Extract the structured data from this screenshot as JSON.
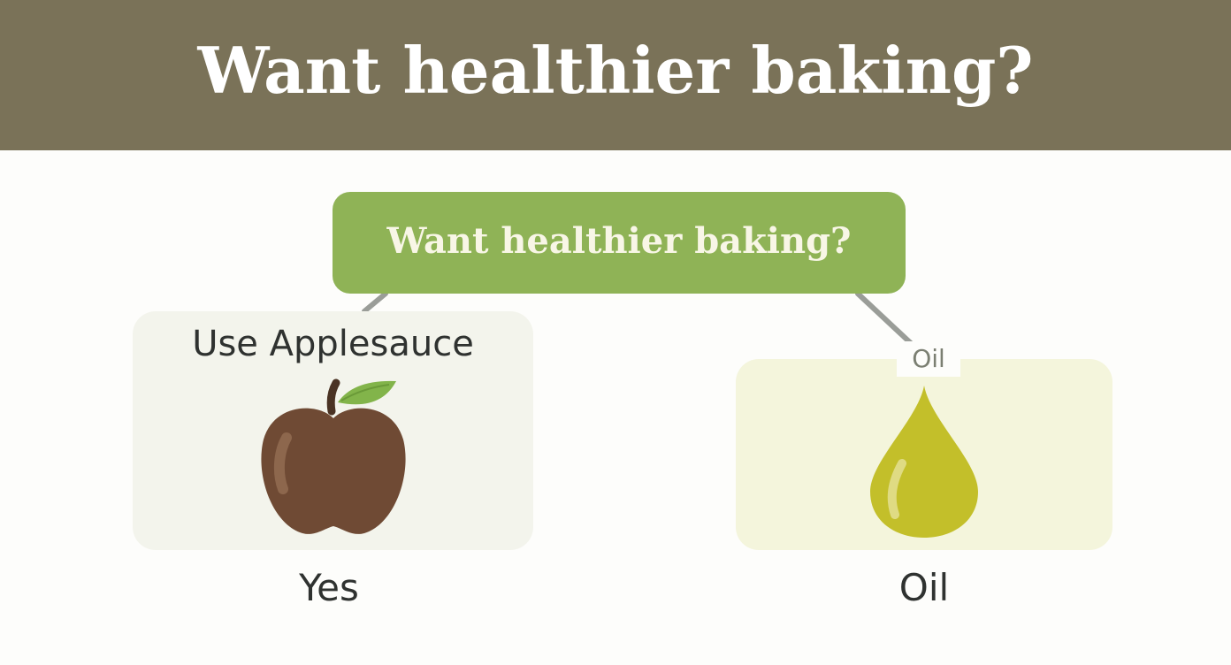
{
  "header": {
    "title": "Want healthier baking?"
  },
  "diagram": {
    "question": "Want healthier baking?",
    "left_branch": {
      "card_title": "Use Applesauce",
      "icon": "apple-icon",
      "answer_label": "Yes"
    },
    "right_branch": {
      "card_label": "Oil",
      "icon": "oil-drop-icon",
      "answer_label": "Oil"
    }
  },
  "colors": {
    "banner": "#7a7258",
    "question_box": "#8fb356",
    "left_card": "#f3f4ec",
    "right_card": "#f4f5dc",
    "apple": "#6f4a34",
    "leaf": "#82b44a",
    "oil_drop": "#c3bf2a",
    "connector": "#9a9d98"
  }
}
